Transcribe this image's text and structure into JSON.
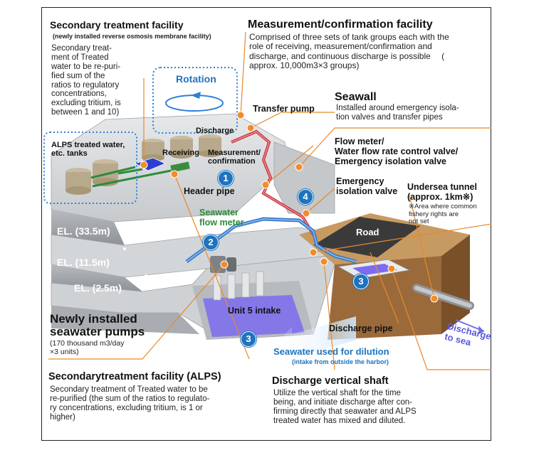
{
  "secondary_top": {
    "title": "Secondary treatment facility",
    "subtitle": "(newly installed reverse osmosis membrane facility)",
    "desc": [
      "Secondary treat-",
      "ment of Treated",
      "water to be re-puri-",
      "fied sum of the",
      "ratios to regulatory",
      "concentrations,",
      "excluding tritium, is",
      "between 1 and 10)"
    ]
  },
  "rotation": "Rotation",
  "alps_tanks": [
    "ALPS treated water,",
    "etc. tanks"
  ],
  "labels": {
    "discharge": "Discharge",
    "receiving": "Receiving",
    "measurement": [
      "Measurement/",
      "confirmation"
    ],
    "header_pipe": "Header pipe",
    "seawater_flow_meter": [
      "Seawater",
      "flow meter"
    ],
    "el_33": "EL. (33.5m)",
    "el_11": "EL. (11.5m)",
    "el_2": "EL. (2.5m)",
    "unit5": "Unit 5 intake",
    "road": "Road",
    "discharge_pipe": "Discharge pipe",
    "discharge_to_sea": [
      "Discharge",
      "to sea"
    ],
    "seawater_dilution": "Seawater used for dilution",
    "seawater_dilution_sub": "(intake from outside the harbor)"
  },
  "measurement_facility": {
    "title": "Measurement/confirmation facility",
    "desc": [
      "Comprised of three sets of tank groups each with the",
      "role of receiving, measurement/confirmation and",
      "discharge, and continuous discharge is possible 　(",
      "approx. 10,000m3×3 groups)"
    ]
  },
  "transfer_pump": "Transfer pump",
  "seawall": {
    "title": "Seawall",
    "desc": [
      "Installed around emergency isola-",
      "tion valves and transfer pipes"
    ]
  },
  "flow_meter": [
    "Flow meter/",
    "Water flow rate control valve/",
    "Emergency isolation valve"
  ],
  "emergency_valve": [
    "Emergency",
    "isolation valve"
  ],
  "undersea": {
    "title": [
      "Undersea tunnel",
      "(approx. 1km※)"
    ],
    "note": [
      "※Area where common",
      "fishery rights are",
      "not set"
    ]
  },
  "pumps": {
    "title": [
      "Newly installed",
      "seawater pumps"
    ],
    "desc": [
      "(170 thousand m3/day",
      "×3 units)"
    ]
  },
  "alps_facility": {
    "title": "Secondarytreatment facility (ALPS)",
    "desc": [
      "Secondary treatment of Treated water to be",
      "re-purified (the sum of the ratios to regulato-",
      "ry concentrations, excluding tritium, is 1 or",
      "higher)"
    ]
  },
  "shaft": {
    "title": "Discharge vertical shaft",
    "desc": [
      "Utilize the vertical shaft for the time",
      "being, and initiate discharge after con-",
      "firming directly that seawater and ALPS",
      "treated water has mixed and diluted."
    ]
  },
  "numbers": [
    "1",
    "2",
    "3",
    "3",
    "4"
  ],
  "colors": {
    "callout_line": "#e8892b",
    "dot": "#f28c28",
    "badge": "#1e73be",
    "water": "#7b6cf0",
    "pipe_blue": "#3a78c8",
    "pipe_red": "#c8323c",
    "pipe_green": "#2e8b3a",
    "concrete": "#c9ccd0",
    "ground": "#9a6a3b"
  }
}
